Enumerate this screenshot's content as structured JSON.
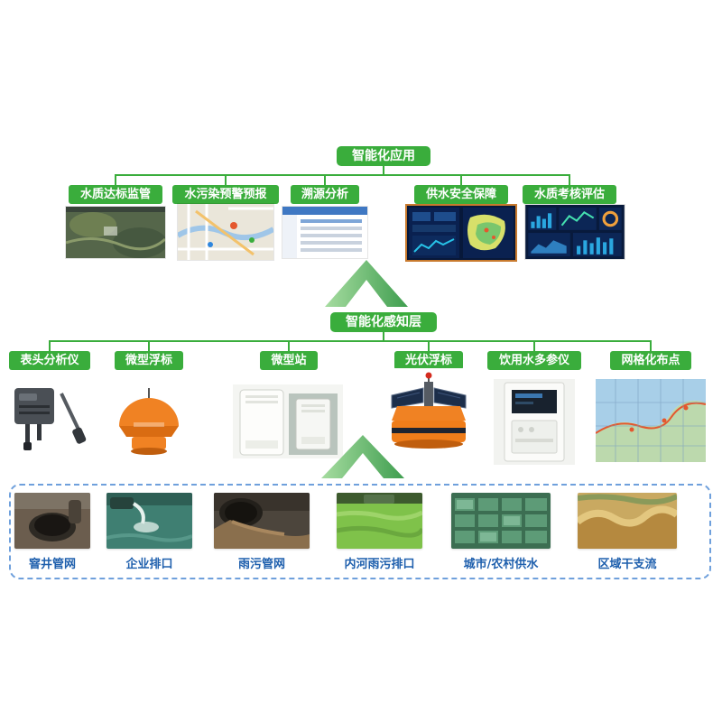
{
  "colors": {
    "accent_green": "#3aad3c",
    "label_blue": "#1e5fad",
    "highlight_orange_border": "#c87a2e",
    "dashed_border_blue": "#6fa0dc"
  },
  "application_layer": {
    "title": "智能化应用",
    "items": [
      {
        "label": "水质达标监管",
        "image": "satellite-map-screenshot"
      },
      {
        "label": "水污染预警预报",
        "image": "city-map-screenshot"
      },
      {
        "label": "溯源分析",
        "image": "analysis-table-screenshot"
      },
      {
        "label": "供水安全保障",
        "image": "dual-dark-dashboard-screenshot"
      },
      {
        "label": "水质考核评估",
        "image": "dark-dashboard-screenshot"
      }
    ]
  },
  "perception_layer": {
    "title": "智能化感知层",
    "items": [
      {
        "label": "表头分析仪",
        "image": "probe-analyzer-device"
      },
      {
        "label": "微型浮标",
        "image": "micro-buoy-device"
      },
      {
        "label": "微型站",
        "image": "micro-station-cabinets"
      },
      {
        "label": "光伏浮标",
        "image": "solar-buoy-device"
      },
      {
        "label": "饮用水多参仪",
        "image": "multi-parameter-cabinet"
      },
      {
        "label": "网格化布点",
        "image": "grid-map"
      }
    ]
  },
  "source_layer": {
    "items": [
      {
        "label": "窨井管网",
        "image": "manhole-photo"
      },
      {
        "label": "企业排口",
        "image": "enterprise-outlet-photo"
      },
      {
        "label": "雨污管网",
        "image": "sewage-pipe-photo"
      },
      {
        "label": "内河雨污排口",
        "image": "river-outlet-photo"
      },
      {
        "label": "城市/农村供水",
        "image": "water-supply-aerial-photo"
      },
      {
        "label": "区域干支流",
        "image": "river-basin-aerial-photo"
      }
    ]
  }
}
